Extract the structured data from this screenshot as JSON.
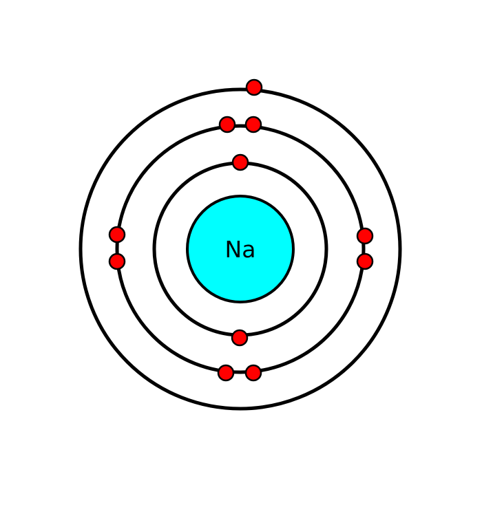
{
  "atom": {
    "symbol": "Na",
    "electron_configuration": [
      2,
      8,
      1
    ]
  },
  "colors": {
    "nucleus": "#00ffff",
    "electron": "#ff0000",
    "shell": "#000000",
    "background": "#ffffff"
  }
}
